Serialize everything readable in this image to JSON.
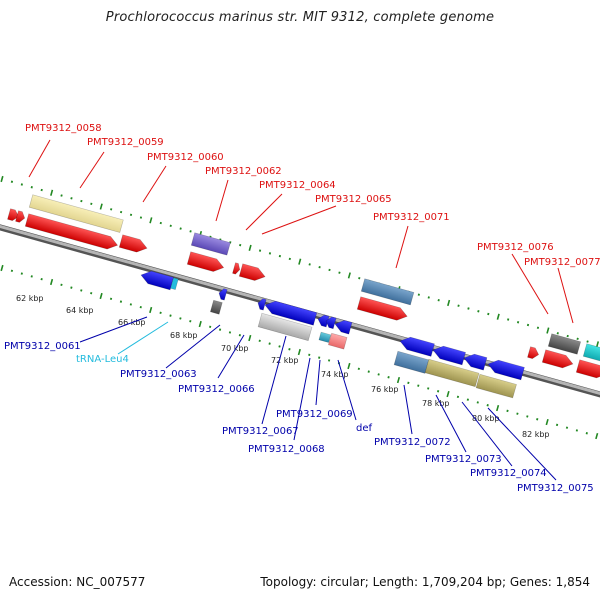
{
  "title": "Prochlorococcus marinus str. MIT 9312, complete genome",
  "footer": {
    "accession": "Accession: NC_007577",
    "summary": "Topology: circular; Length: 1,709,204 bp; Genes: 1,854"
  },
  "colors": {
    "forward_label": "#dd1111",
    "reverse_label": "#0000aa",
    "trna_label": "#22bbdd",
    "backbone": "#888888",
    "tick": "#228822"
  },
  "scale_labels": [
    "62 kbp",
    "64 kbp",
    "66 kbp",
    "68 kbp",
    "70 kbp",
    "72 kbp",
    "74 kbp",
    "76 kbp",
    "78 kbp",
    "80 kbp",
    "82 kbp"
  ],
  "forward_labels": [
    "PMT9312_0058",
    "PMT9312_0059",
    "PMT9312_0060",
    "PMT9312_0062",
    "PMT9312_0064",
    "PMT9312_0065",
    "PMT9312_0071",
    "PMT9312_0076",
    "PMT9312_0077"
  ],
  "reverse_labels": [
    "PMT9312_0061",
    "tRNA-Leu4",
    "PMT9312_0063",
    "PMT9312_0066",
    "PMT9312_0067",
    "PMT9312_0068",
    "PMT9312_0069",
    "def",
    "PMT9312_0072",
    "PMT9312_0073",
    "PMT9312_0074",
    "PMT9312_0075"
  ]
}
